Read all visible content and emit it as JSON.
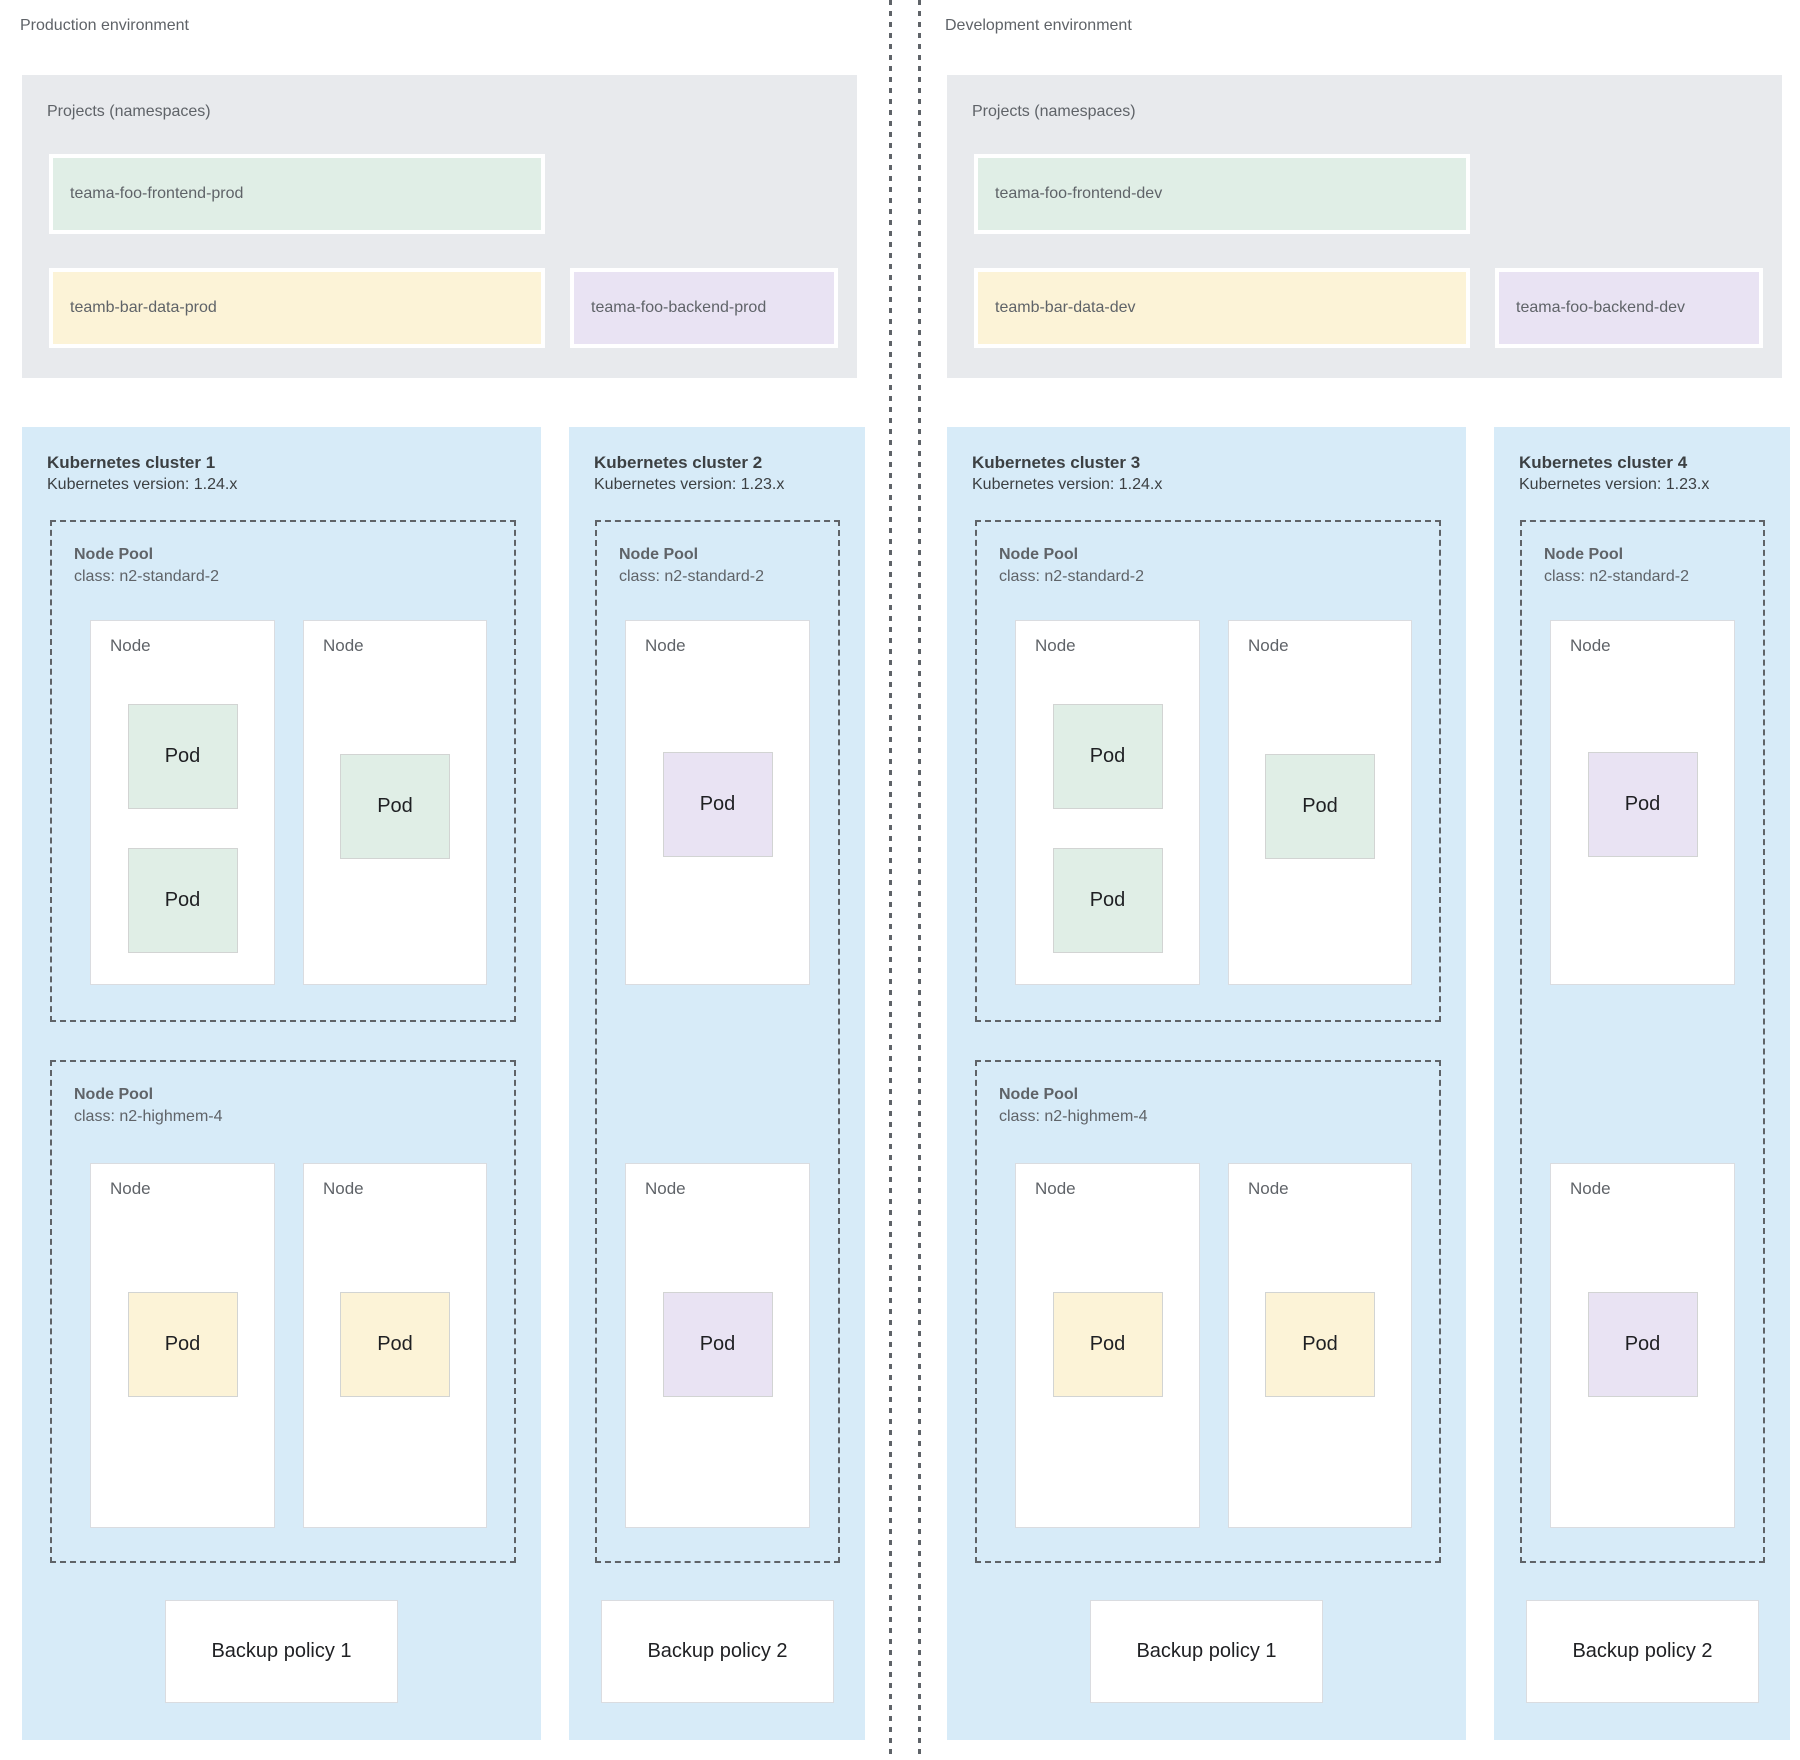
{
  "colors": {
    "cluster_bg": "#d7ebf8",
    "projects_bg": "#e8eaed",
    "pod_green": "#e0eee6",
    "pod_yellow": "#fcf3d7",
    "pod_purple": "#e9e3f3",
    "label_gray": "#5f6368",
    "label_dark": "#3c4043",
    "dashed_border": "#5f6368"
  },
  "environments": [
    {
      "label": "Production environment",
      "projects": {
        "title": "Projects (namespaces)",
        "items": [
          {
            "label": "teama-foo-frontend-prod",
            "color": "green"
          },
          {
            "label": "teamb-bar-data-prod",
            "color": "yellow"
          },
          {
            "label": "teama-foo-backend-prod",
            "color": "purple"
          }
        ]
      },
      "clusters": [
        {
          "title": "Kubernetes cluster 1",
          "version_line": "Kubernetes version: 1.24.x",
          "node_pools": [
            {
              "title": "Node Pool",
              "class_line": "class: n2-standard-2",
              "nodes": [
                {
                  "label": "Node",
                  "pods": [
                    {
                      "label": "Pod",
                      "color": "green"
                    },
                    {
                      "label": "Pod",
                      "color": "green"
                    }
                  ]
                },
                {
                  "label": "Node",
                  "pods": [
                    {
                      "label": "Pod",
                      "color": "green"
                    }
                  ]
                }
              ]
            },
            {
              "title": "Node Pool",
              "class_line": "class: n2-highmem-4",
              "nodes": [
                {
                  "label": "Node",
                  "pods": [
                    {
                      "label": "Pod",
                      "color": "yellow"
                    }
                  ]
                },
                {
                  "label": "Node",
                  "pods": [
                    {
                      "label": "Pod",
                      "color": "yellow"
                    }
                  ]
                }
              ]
            }
          ],
          "backup_policy": "Backup policy 1"
        },
        {
          "title": "Kubernetes cluster 2",
          "version_line": "Kubernetes version: 1.23.x",
          "node_pools": [
            {
              "title": "Node Pool",
              "class_line": "class: n2-standard-2",
              "nodes": [
                {
                  "label": "Node",
                  "pods": [
                    {
                      "label": "Pod",
                      "color": "purple"
                    }
                  ]
                },
                {
                  "label": "Node",
                  "pods": [
                    {
                      "label": "Pod",
                      "color": "purple"
                    }
                  ]
                }
              ]
            }
          ],
          "backup_policy": "Backup policy 2"
        }
      ]
    },
    {
      "label": "Development environment",
      "projects": {
        "title": "Projects (namespaces)",
        "items": [
          {
            "label": "teama-foo-frontend-dev",
            "color": "green"
          },
          {
            "label": "teamb-bar-data-dev",
            "color": "yellow"
          },
          {
            "label": "teama-foo-backend-dev",
            "color": "purple"
          }
        ]
      },
      "clusters": [
        {
          "title": "Kubernetes cluster 3",
          "version_line": "Kubernetes version: 1.24.x",
          "node_pools": [
            {
              "title": "Node Pool",
              "class_line": "class: n2-standard-2",
              "nodes": [
                {
                  "label": "Node",
                  "pods": [
                    {
                      "label": "Pod",
                      "color": "green"
                    },
                    {
                      "label": "Pod",
                      "color": "green"
                    }
                  ]
                },
                {
                  "label": "Node",
                  "pods": [
                    {
                      "label": "Pod",
                      "color": "green"
                    }
                  ]
                }
              ]
            },
            {
              "title": "Node Pool",
              "class_line": "class: n2-highmem-4",
              "nodes": [
                {
                  "label": "Node",
                  "pods": [
                    {
                      "label": "Pod",
                      "color": "yellow"
                    }
                  ]
                },
                {
                  "label": "Node",
                  "pods": [
                    {
                      "label": "Pod",
                      "color": "yellow"
                    }
                  ]
                }
              ]
            }
          ],
          "backup_policy": "Backup policy 1"
        },
        {
          "title": "Kubernetes cluster 4",
          "version_line": "Kubernetes version: 1.23.x",
          "node_pools": [
            {
              "title": "Node Pool",
              "class_line": "class: n2-standard-2",
              "nodes": [
                {
                  "label": "Node",
                  "pods": [
                    {
                      "label": "Pod",
                      "color": "purple"
                    }
                  ]
                },
                {
                  "label": "Node",
                  "pods": [
                    {
                      "label": "Pod",
                      "color": "purple"
                    }
                  ]
                }
              ]
            }
          ],
          "backup_policy": "Backup policy 2"
        }
      ]
    }
  ]
}
